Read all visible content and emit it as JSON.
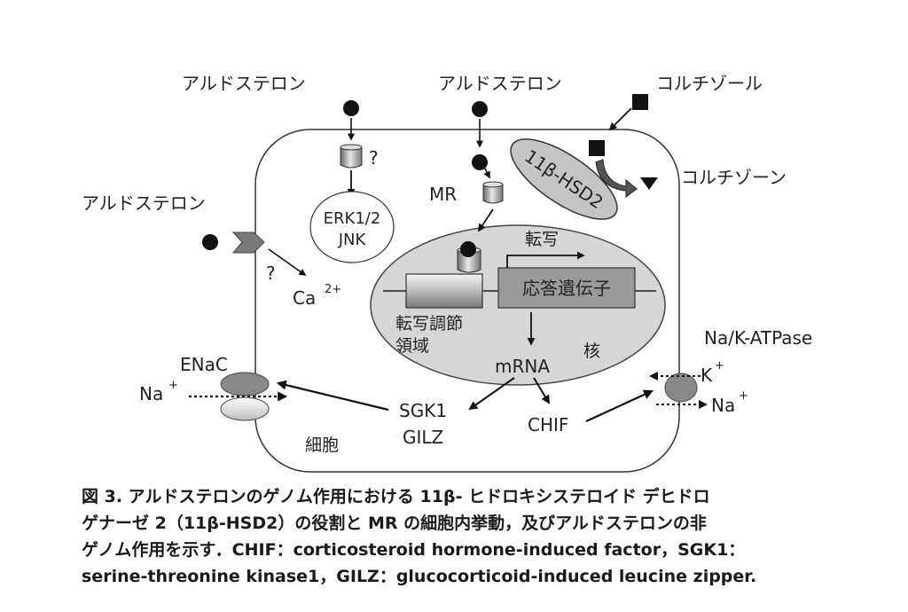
{
  "labels": {
    "aldosterone_left": "アルドステロン",
    "aldosterone_center": "アルドステロン",
    "aldosterone_side": "アルドステロン",
    "cortisol": "コルチゾール",
    "cortisone": "コルチゾーン",
    "question1": "?",
    "question2": "?",
    "erk": "ERK1/2",
    "jnk": "JNK",
    "mr": "MR",
    "hsd2": "11β-HSD2",
    "transcription": "転写",
    "response_gene": "応答遺伝子",
    "regulatory_region_1": "転写調節",
    "regulatory_region_2": "領域",
    "nucleus": "核",
    "mrna": "mRNA",
    "calcium": "Ca",
    "calcium_charge": "2+",
    "enac": "ENaC",
    "na_in": "Na",
    "plus": "+",
    "sgk1": "SGK1",
    "gilz": "GILZ",
    "chif": "CHIF",
    "cell": "細胞",
    "atpase": "Na/K-ATPase",
    "k": "K",
    "na_out": "Na"
  },
  "caption": {
    "line1": "図 3.  アルドステロンのゲノム作用における 11β- ヒドロキシステロイド デヒドロ",
    "line2": "ゲナーゼ 2（11β-HSD2）の役割と MR の細胞内挙動，及びアルドステロンの非",
    "line3": "ゲノム作用を示す．CHIF：corticosteroid hormone-induced factor，SGK1：",
    "line4": "serine-threonine kinase1，GILZ：glucocorticoid-induced leucine zipper."
  }
}
